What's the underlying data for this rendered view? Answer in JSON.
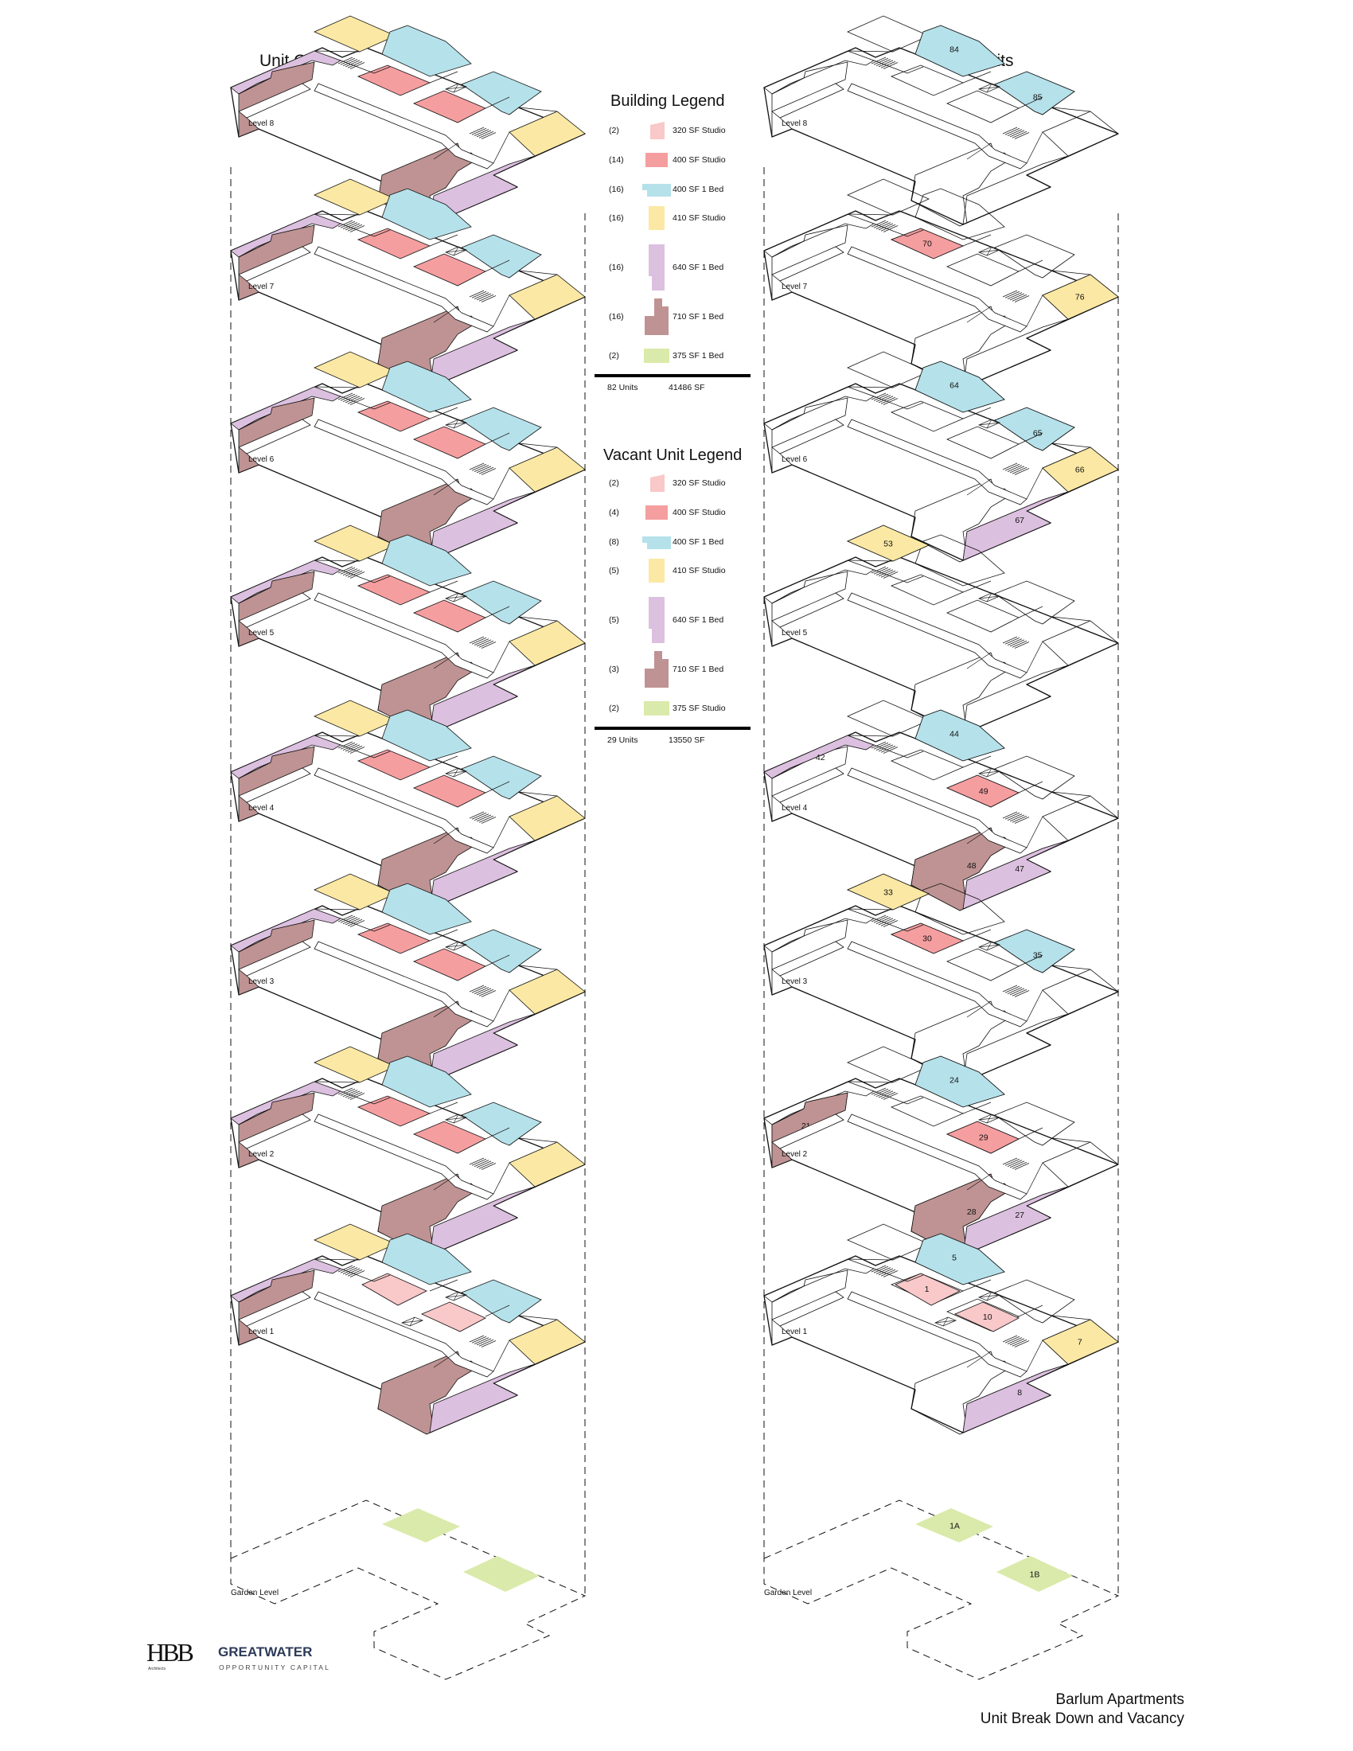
{
  "titles": {
    "left": "Unit Configuration",
    "right": "Vacant Units"
  },
  "building_legend": {
    "title": "Building Legend",
    "rows": [
      {
        "count": "(2)",
        "label": "320 SF Studio",
        "color": "#f9c8c9"
      },
      {
        "count": "(14)",
        "label": "400 SF Studio",
        "color": "#f59ea0"
      },
      {
        "count": "(16)",
        "label": "400 SF 1 Bed",
        "color": "#b5e1ea"
      },
      {
        "count": "(16)",
        "label": "410 SF Studio",
        "color": "#fbe8a4"
      },
      {
        "count": "(16)",
        "label": "640 SF 1 Bed",
        "color": "#dcc0df"
      },
      {
        "count": "(16)",
        "label": "710 SF 1 Bed",
        "color": "#bf9393"
      },
      {
        "count": "(2)",
        "label": "375 SF 1 Bed",
        "color": "#daeaaa"
      }
    ],
    "total_units": "82 Units",
    "total_sf": "41486 SF"
  },
  "vacant_legend": {
    "title": "Vacant Unit Legend",
    "rows": [
      {
        "count": "(2)",
        "label": "320 SF Studio",
        "color": "#f9c8c9"
      },
      {
        "count": "(4)",
        "label": "400 SF Studio",
        "color": "#f59ea0"
      },
      {
        "count": "(8)",
        "label": "400 SF 1 Bed",
        "color": "#b5e1ea"
      },
      {
        "count": "(5)",
        "label": "410 SF Studio",
        "color": "#fbe8a4"
      },
      {
        "count": "(5)",
        "label": "640 SF 1 Bed",
        "color": "#dcc0df"
      },
      {
        "count": "(3)",
        "label": "710 SF 1 Bed",
        "color": "#bf9393"
      },
      {
        "count": "(2)",
        "label": "375 SF Studio",
        "color": "#daeaaa"
      }
    ],
    "total_units": "29 Units",
    "total_sf": "13550 SF"
  },
  "levels": [
    "Level 8",
    "Level 7",
    "Level 6",
    "Level 5",
    "Level 4",
    "Level 3",
    "Level 2",
    "Level 1"
  ],
  "garden_level": "Garden Level",
  "vacant_units": {
    "Level 8": [
      {
        "id": "84",
        "type": "b1"
      },
      {
        "id": "85",
        "type": "b2"
      }
    ],
    "Level 7": [
      {
        "id": "70",
        "type": "r1"
      },
      {
        "id": "76",
        "type": "y2"
      }
    ],
    "Level 6": [
      {
        "id": "64",
        "type": "b1"
      },
      {
        "id": "65",
        "type": "b2"
      },
      {
        "id": "66",
        "type": "y2"
      },
      {
        "id": "67",
        "type": "p2"
      }
    ],
    "Level 5": [
      {
        "id": "53",
        "type": "y1"
      }
    ],
    "Level 4": [
      {
        "id": "42",
        "type": "p1"
      },
      {
        "id": "44",
        "type": "b1"
      },
      {
        "id": "49",
        "type": "r2"
      },
      {
        "id": "48",
        "type": "m2"
      },
      {
        "id": "47",
        "type": "p2"
      }
    ],
    "Level 3": [
      {
        "id": "33",
        "type": "y1"
      },
      {
        "id": "30",
        "type": "r1"
      },
      {
        "id": "35",
        "type": "b2"
      }
    ],
    "Level 2": [
      {
        "id": "21",
        "type": "m1"
      },
      {
        "id": "24",
        "type": "b1"
      },
      {
        "id": "29",
        "type": "r2"
      },
      {
        "id": "28",
        "type": "m2"
      },
      {
        "id": "27",
        "type": "p2"
      }
    ],
    "Level 1": [
      {
        "id": "5",
        "type": "b1"
      },
      {
        "id": "1",
        "type": "r1"
      },
      {
        "id": "10",
        "type": "r2"
      },
      {
        "id": "7",
        "type": "y2"
      },
      {
        "id": "8",
        "type": "p2"
      }
    ],
    "Garden Level": [
      {
        "id": "1A",
        "type": "g1"
      },
      {
        "id": "1B",
        "type": "g2"
      }
    ]
  },
  "unit_colors": {
    "studio_320": "#f9c8c9",
    "studio_400": "#f59ea0",
    "bed1_400": "#b5e1ea",
    "studio_410": "#fbe8a4",
    "bed1_640": "#dcc0df",
    "bed1_710": "#bf9393",
    "unit_375": "#daeaaa"
  },
  "footer": {
    "logo1": "HBB",
    "logo1_sub": "Architects",
    "logo2": "GREATWATER",
    "logo2_sub": "OPPORTUNITY CAPITAL",
    "project_name": "Barlum Apartments",
    "project_subtitle": "Unit Break Down and Vacancy"
  }
}
